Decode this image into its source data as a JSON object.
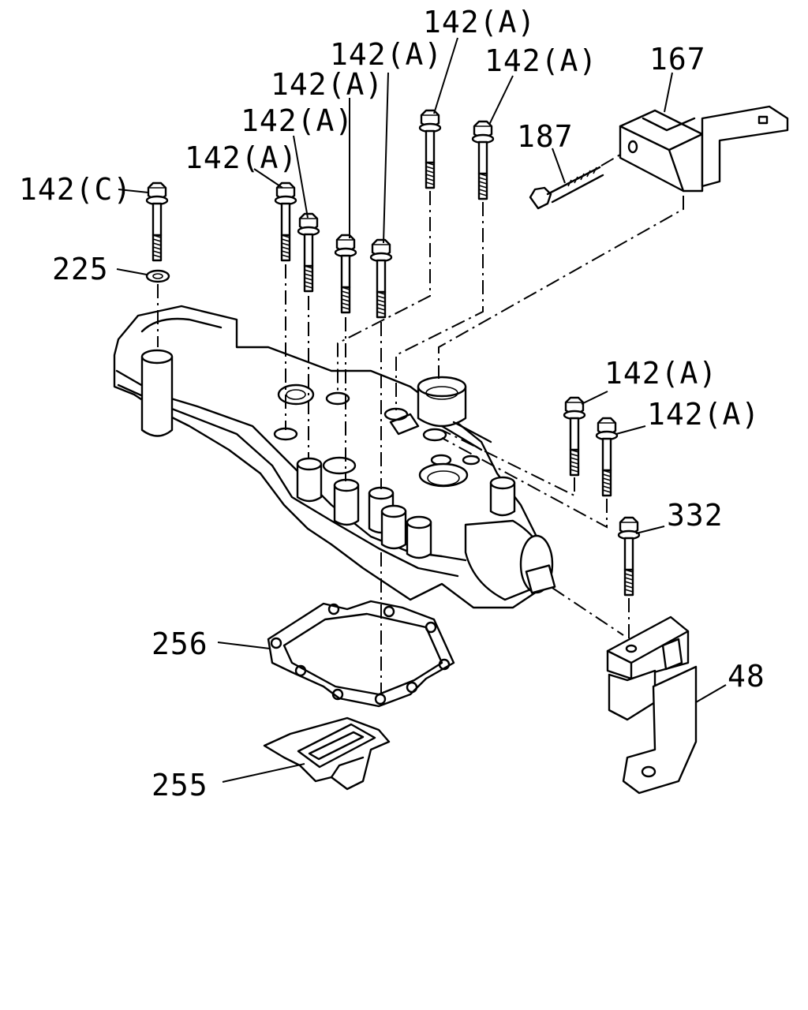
{
  "callouts": {
    "bolt_142c": "142(C)",
    "bolt_142a_1": "142(A)",
    "bolt_142a_2": "142(A)",
    "bolt_142a_3": "142(A)",
    "bolt_142a_4": "142(A)",
    "bolt_142a_5": "142(A)",
    "bolt_142a_6": "142(A)",
    "bolt_142a_7": "142(A)",
    "bolt_142a_8": "142(A)",
    "bracket_167": "167",
    "bolt_187": "187",
    "washer_225": "225",
    "bolt_332": "332",
    "gasket_256": "256",
    "plate_255": "255",
    "bracket_48": "48"
  }
}
